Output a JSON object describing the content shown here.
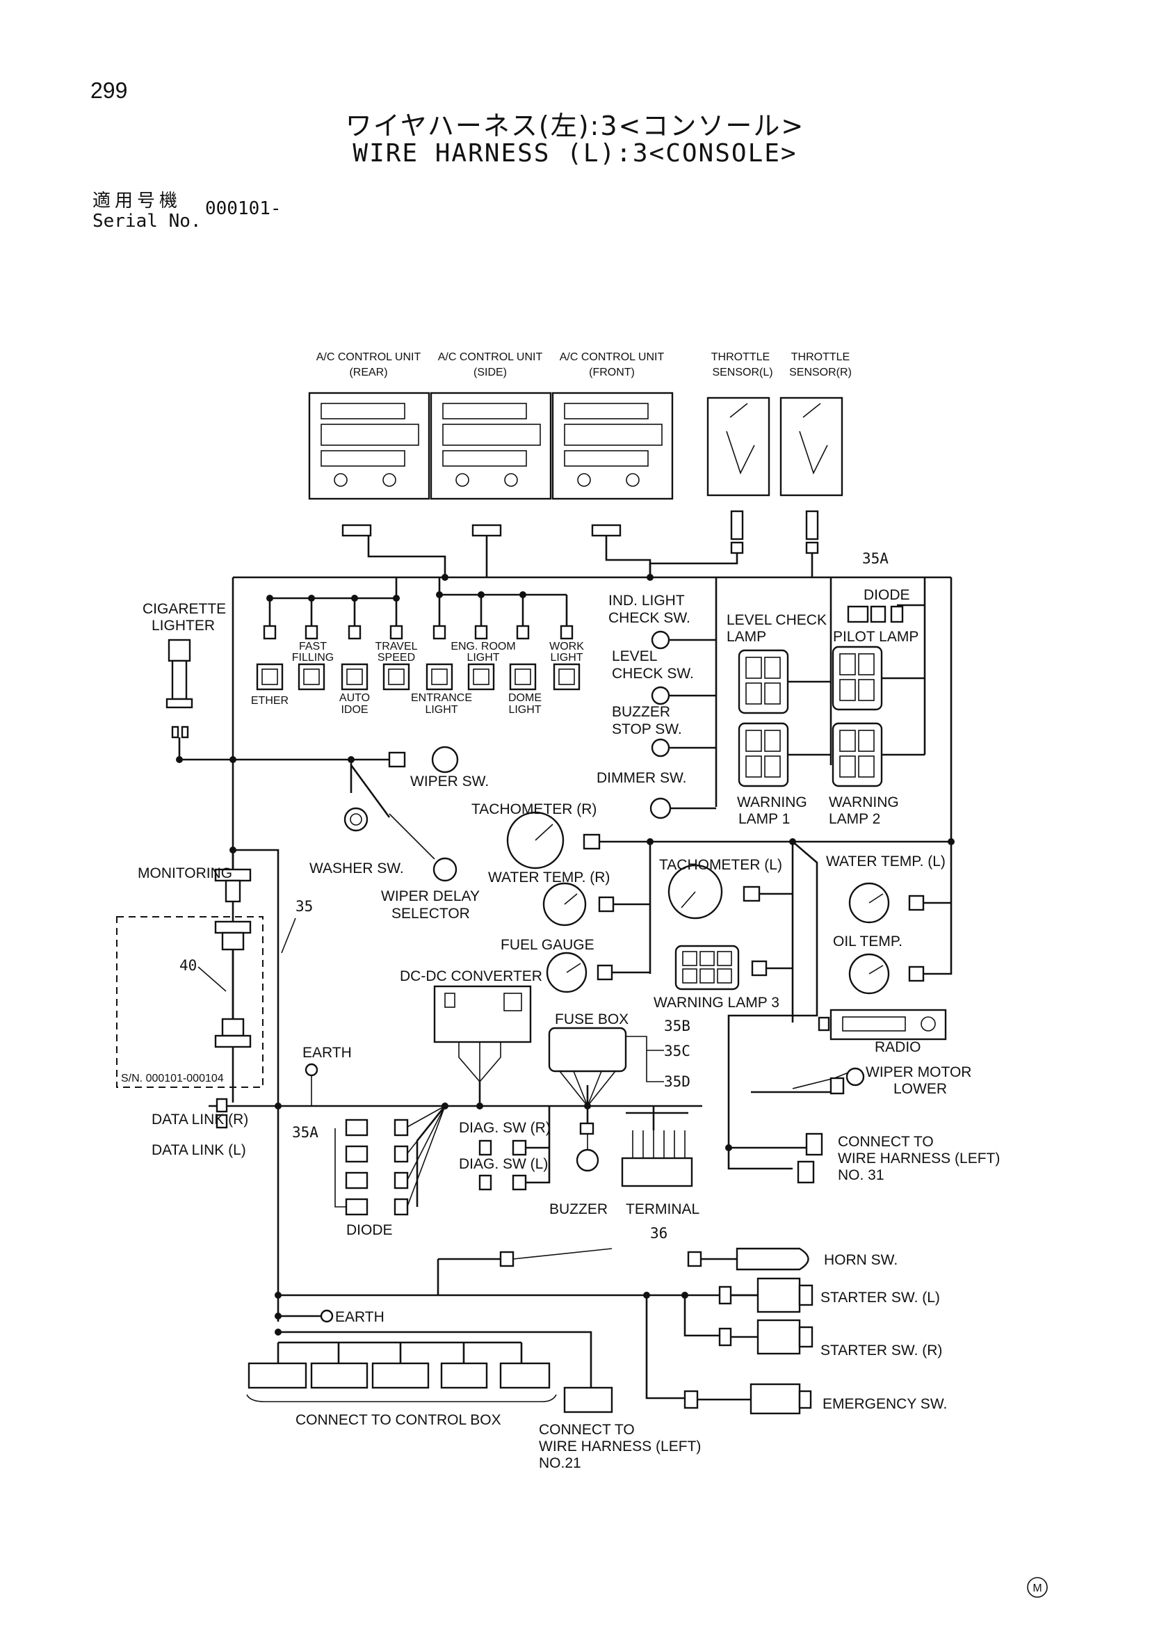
{
  "page_number": "299",
  "title_jp": "ワイヤハーネス(左):3<コンソール>",
  "title_en": "WIRE HARNESS (L):3<CONSOLE>",
  "serial": {
    "label_jp": "適用号機",
    "label_en": "Serial No.",
    "value": "000101-"
  },
  "components": {
    "ac_rear": [
      "A/C CONTROL UNIT",
      "(REAR)"
    ],
    "ac_side": [
      "A/C CONTROL UNIT",
      "(SIDE)"
    ],
    "ac_front": [
      "A/C CONTROL UNIT",
      "(FRONT)"
    ],
    "throttle_l": [
      "THROTTLE",
      "SENSOR(L)"
    ],
    "throttle_r": [
      "THROTTLE",
      "SENSOR(R)"
    ],
    "cigarette": [
      "CIGARETTE",
      "LIGHTER"
    ],
    "ether": "ETHER",
    "fast_filling": [
      "FAST",
      "FILLING"
    ],
    "auto_idle": [
      "AUTO",
      "IDOE"
    ],
    "travel_speed": [
      "TRAVEL",
      "SPEED"
    ],
    "entrance_light": [
      "ENTRANCE",
      "LIGHT"
    ],
    "eng_room_light": [
      "ENG. ROOM",
      "LIGHT"
    ],
    "dome_light": [
      "DOME",
      "LIGHT"
    ],
    "work_light": [
      "WORK",
      "LIGHT"
    ],
    "ind_light": [
      "IND. LIGHT",
      "CHECK SW."
    ],
    "level_check_sw": [
      "LEVEL",
      "CHECK SW."
    ],
    "buzzer_stop": [
      "BUZZER",
      "STOP SW."
    ],
    "dimmer": "DIMMER SW.",
    "level_check_lamp": [
      "LEVEL CHECK",
      "LAMP"
    ],
    "pilot_lamp": "PILOT LAMP",
    "diode_top": "DIODE",
    "ref_35a_top": "35A",
    "warning_lamp1": [
      "WARNING",
      "LAMP 1"
    ],
    "warning_lamp2": [
      "WARNING",
      "LAMP 2"
    ],
    "wiper_sw": "WIPER SW.",
    "washer_sw": "WASHER SW.",
    "wiper_delay": [
      "WIPER DELAY",
      "SELECTOR"
    ],
    "monitoring": "MONITORING",
    "ref_35": "35",
    "ref_40": "40",
    "sn_range": "S/N. 000101-000104",
    "tach_r": "TACHOMETER (R)",
    "water_temp_r": "WATER TEMP. (R)",
    "tach_l": "TACHOMETER (L)",
    "water_temp_l": "WATER TEMP. (L)",
    "oil_temp": "OIL TEMP.",
    "fuel_gauge": "FUEL GAUGE",
    "warning_lamp3": "WARNING LAMP 3",
    "dcdc": "DC-DC CONVERTER",
    "fuse_box": "FUSE BOX",
    "ref_35b": "35B",
    "ref_35c": "35C",
    "ref_35d": "35D",
    "radio": "RADIO",
    "wiper_motor": [
      "WIPER MOTOR",
      "LOWER"
    ],
    "connect_left31": [
      "CONNECT TO",
      "WIRE HARNESS (LEFT)",
      "NO. 31"
    ],
    "earth1": "EARTH",
    "earth2": "EARTH",
    "data_link_r": "DATA LINK (R)",
    "data_link_l": "DATA LINK (L)",
    "ref_35a_bottom": "35A",
    "diode_bottom": "DIODE",
    "diag_r": "DIAG. SW (R)",
    "diag_l": "DIAG. SW (L)",
    "buzzer": "BUZZER",
    "terminal": "TERMINAL",
    "ref_36": "36",
    "horn": "HORN SW.",
    "starter_l": "STARTER SW. (L)",
    "starter_r": "STARTER SW. (R)",
    "emergency": "EMERGENCY SW.",
    "connect_control": "CONNECT TO CONTROL BOX",
    "connect_left21": [
      "CONNECT TO",
      "WIRE HARNESS (LEFT)",
      "NO.21"
    ]
  },
  "corner_mark": "M"
}
